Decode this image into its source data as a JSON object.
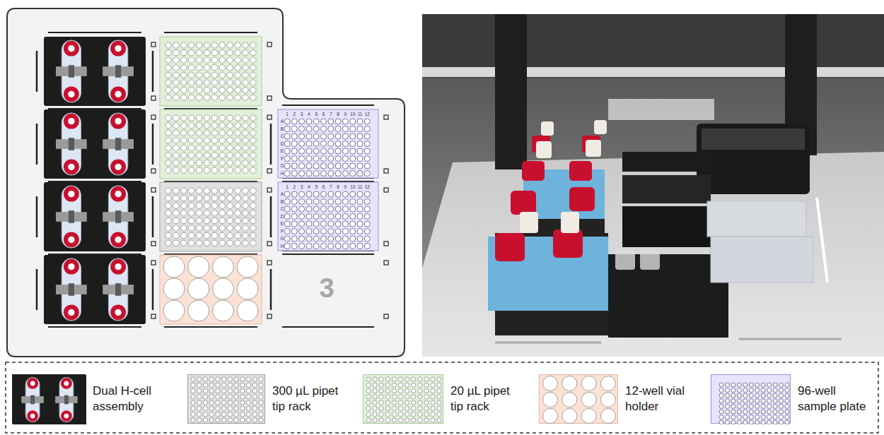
{
  "diagram": {
    "labels": [
      "1",
      "2",
      "3",
      "4",
      "5",
      "6",
      "7",
      "8",
      "9",
      "10",
      "11",
      "12",
      "A",
      "B",
      "C",
      "D",
      "E",
      "F",
      "G",
      "H",
      "1",
      "2",
      "3",
      "4",
      "5",
      "6",
      "7",
      "8",
      "9",
      "10",
      "11",
      "12",
      "A",
      "B",
      "C",
      "D",
      "E",
      "F",
      "G",
      "H",
      "3"
    ],
    "legend": [
      {
        "text": "Dual H-cell assembly",
        "color": "#1c1c1c"
      },
      {
        "text": "300 µL pipet tip rack",
        "color": "#e0e0e0"
      },
      {
        "text": "20 µL pipet tip rack",
        "color": "#e2f0d9"
      },
      {
        "text": "12-well vial holder",
        "color": "#fbe2d5"
      },
      {
        "text": "96-well sample plate",
        "color": "#e6e3fb"
      }
    ]
  }
}
